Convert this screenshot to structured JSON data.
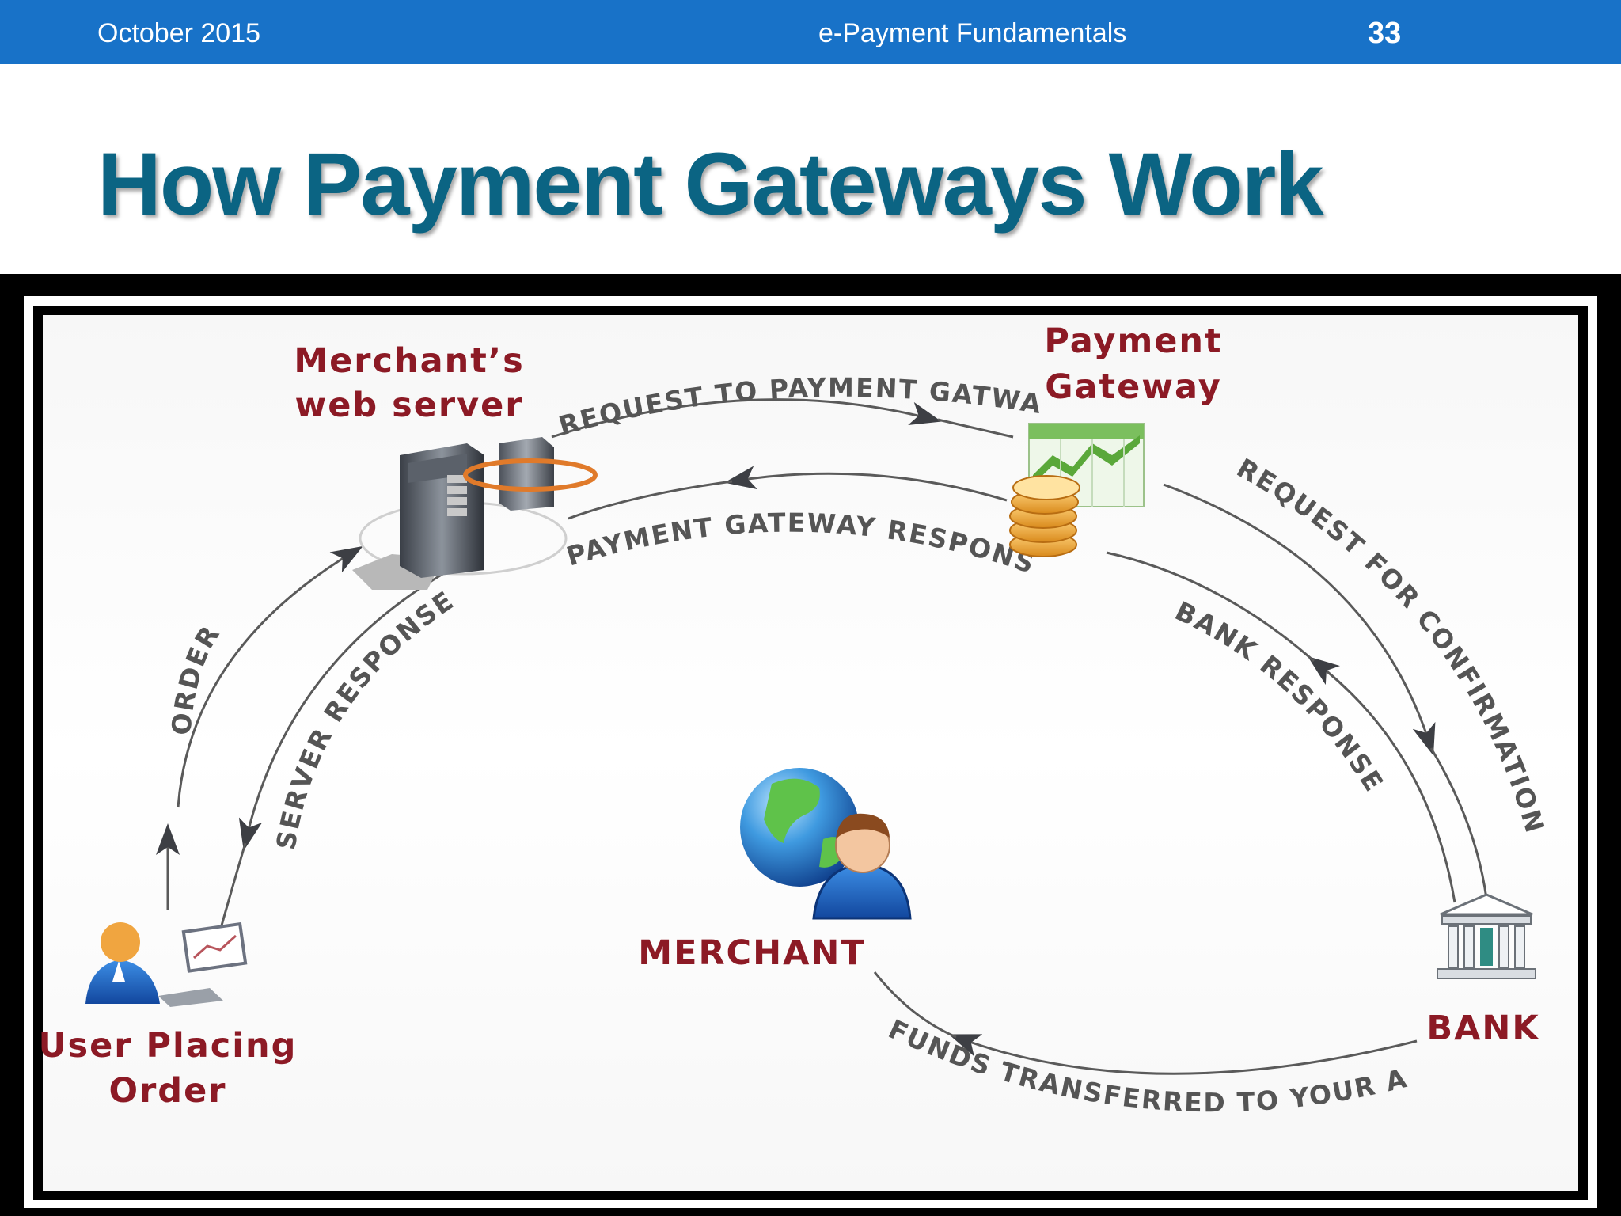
{
  "header": {
    "date": "October 2015",
    "title": "e-Payment Fundamentals",
    "slide_number": "33"
  },
  "slide": {
    "title": "How Payment Gateways Work"
  },
  "diagram": {
    "nodes": {
      "merchant_server": [
        "Merchant’s",
        "web server"
      ],
      "payment_gateway": [
        "Payment",
        "Gateway"
      ],
      "user": [
        "User Placing",
        "Order"
      ],
      "merchant": "MERCHANT",
      "bank": "BANK"
    },
    "flows": {
      "request_to_gateway": "REQUEST  TO PAYMENT GATWAY",
      "gateway_response": "PAYMENT GATEWAY RESPONSE",
      "order": "ORDER",
      "server_response": "SERVER RESPONSE",
      "request_confirmation": "REQUEST  FOR CONFIRMATION",
      "bank_response": "BANK RESPONSE",
      "funds_transferred": "FUNDS TRANSFERRED TO YOUR A/C"
    },
    "icons": [
      "server-icon",
      "gateway-chart-icon",
      "coins-icon",
      "user-icon",
      "laptop-icon",
      "globe-icon",
      "merchant-person-icon",
      "bank-icon"
    ],
    "colors": {
      "header_bar": "#1872c8",
      "title": "#0b6483",
      "node_label": "#8c1a25",
      "flow_label": "#555555"
    }
  }
}
